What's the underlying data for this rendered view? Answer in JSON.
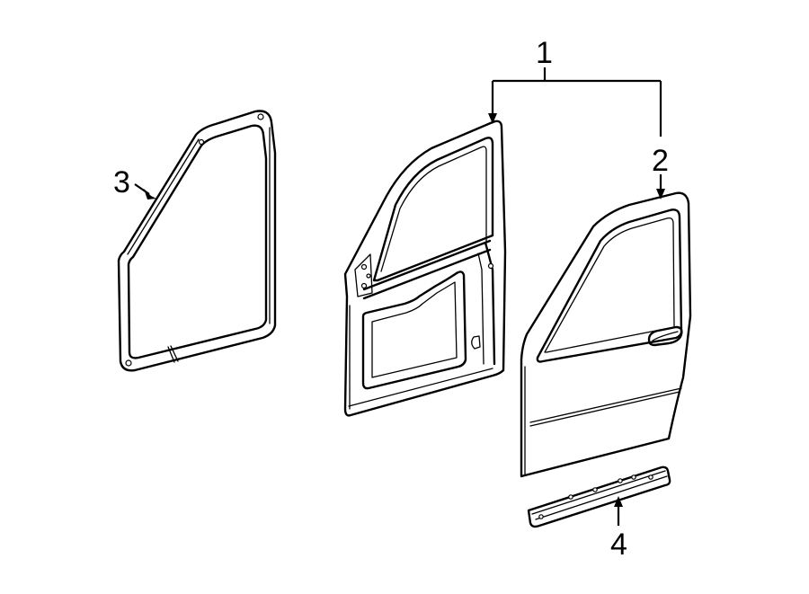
{
  "callouts": {
    "c1": "1",
    "c2": "2",
    "c3": "3",
    "c4": "4"
  },
  "parts": [
    {
      "id": "1",
      "name": "door-shell-assembly"
    },
    {
      "id": "2",
      "name": "outer-door-panel"
    },
    {
      "id": "3",
      "name": "door-weatherstrip"
    },
    {
      "id": "4",
      "name": "sill-plate"
    }
  ]
}
